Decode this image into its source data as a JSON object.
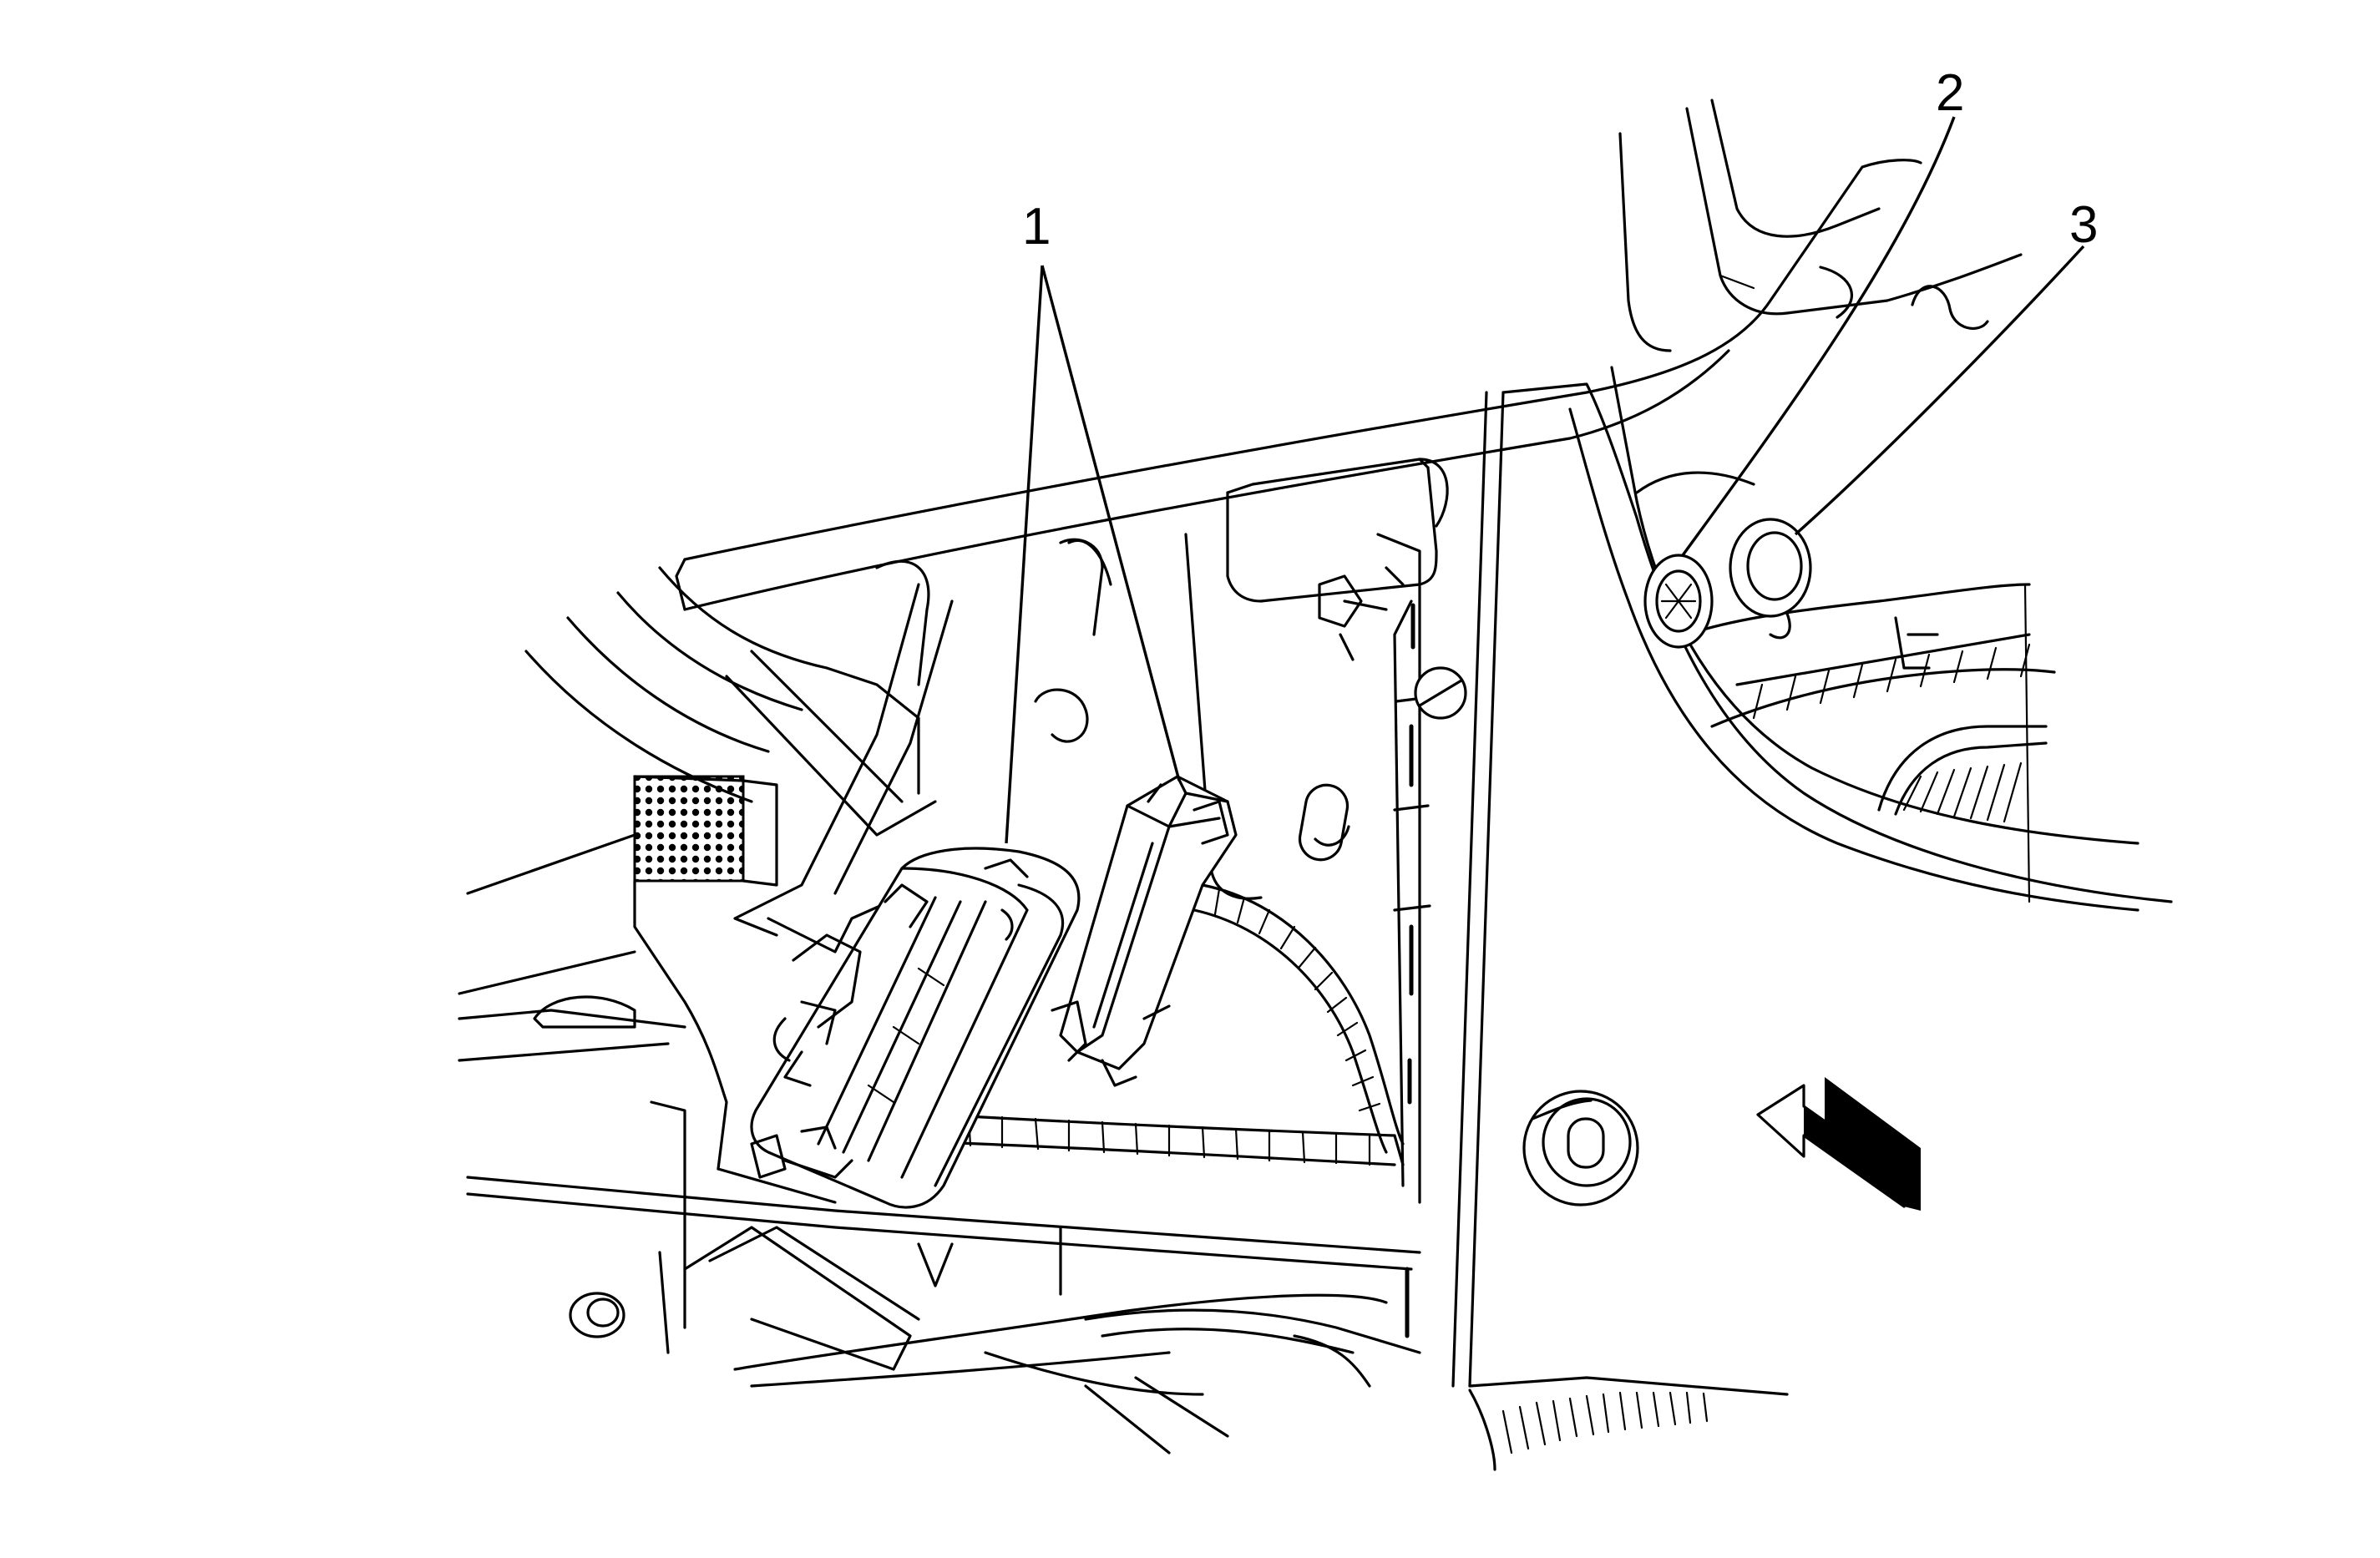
{
  "colors": {
    "ink": "#000000",
    "background": "#ffffff"
  },
  "callouts": [
    {
      "id": "1",
      "label": "1"
    },
    {
      "id": "2",
      "label": "2"
    },
    {
      "id": "3",
      "label": "3"
    }
  ],
  "icons": {
    "view_direction": "view-direction-arrow-icon"
  }
}
